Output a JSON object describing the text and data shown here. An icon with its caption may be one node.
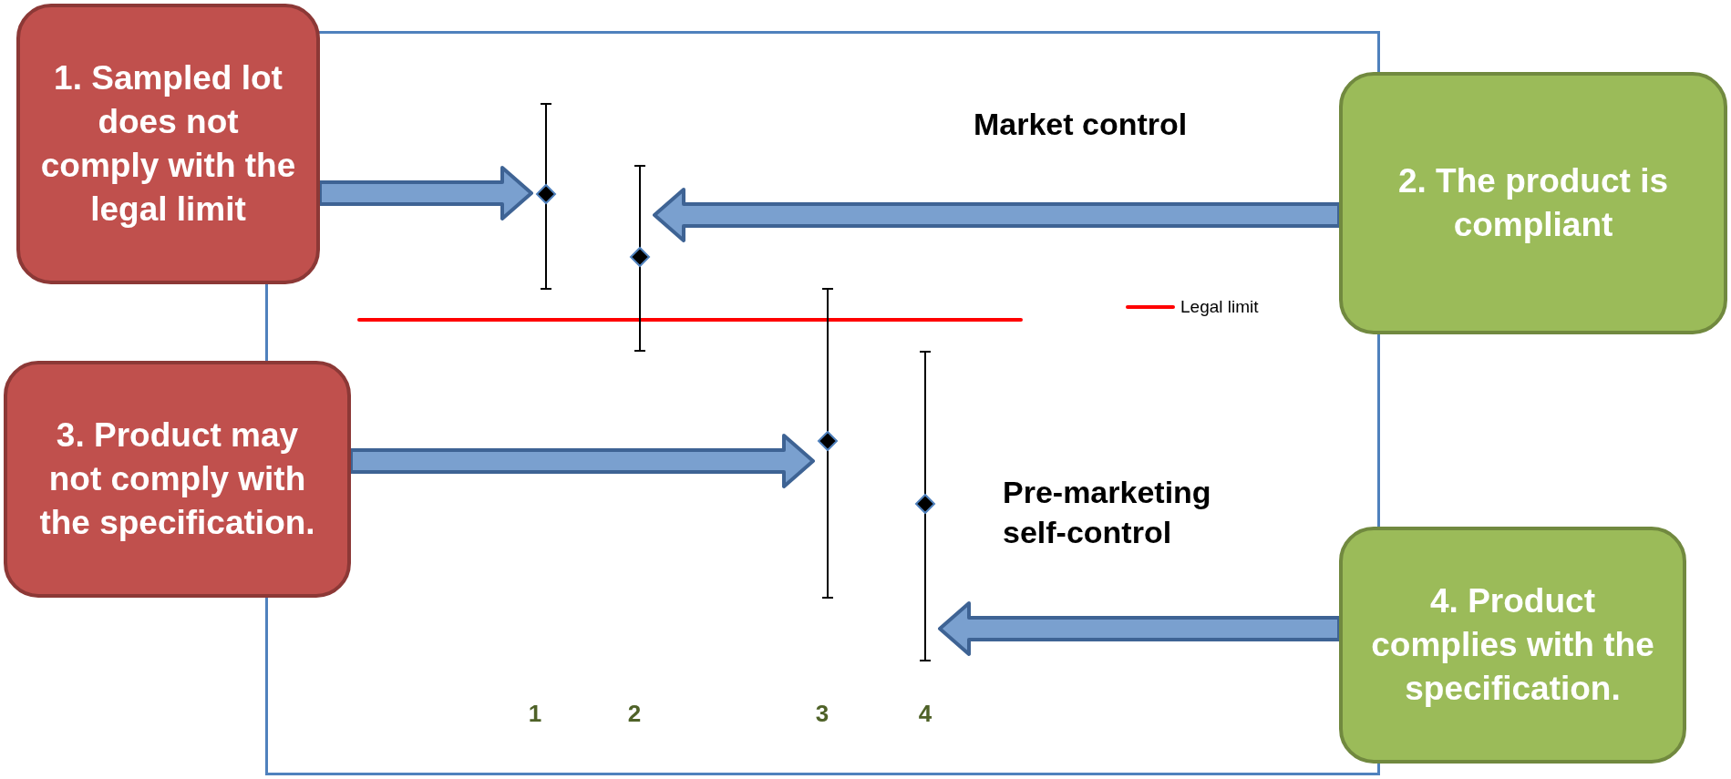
{
  "diagram": {
    "nodes": [
      {
        "text": [
          "1. Sampled lot does not comply with the legal limit"
        ]
      },
      {
        "text": [
          "2. The product is compliant"
        ]
      },
      {
        "text": [
          "3. Product may not comply with the specification."
        ]
      },
      {
        "text": [
          "4. Product complies with the specification."
        ]
      },
      {
        "text": [],
        "shape": "diamond"
      },
      {
        "text": [],
        "shape": "diamond"
      },
      {
        "text": [],
        "shape": "diamond"
      },
      {
        "text": [],
        "shape": "diamond"
      }
    ],
    "edges": [
      {
        "from": 0,
        "to": 4,
        "arrow": "to"
      },
      {
        "from": 1,
        "to": 5,
        "arrow": "to"
      },
      {
        "from": 2,
        "to": 6,
        "arrow": "to"
      },
      {
        "from": 3,
        "to": 7,
        "arrow": "to"
      }
    ],
    "labels": [
      "Market control",
      "Pre-marketing self-control",
      "1",
      "2",
      "3",
      "4"
    ],
    "legend": [
      {
        "text": "Legal limit",
        "color": "#ff0000"
      }
    ]
  }
}
